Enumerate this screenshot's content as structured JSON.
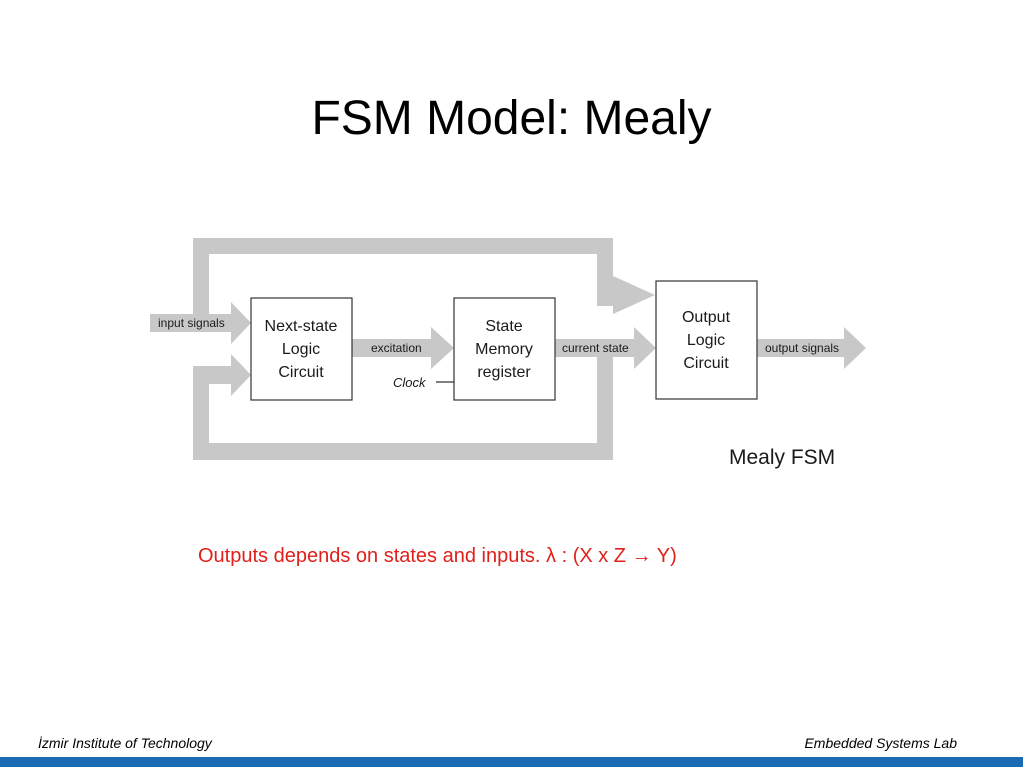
{
  "slide": {
    "title": "FSM Model: Mealy",
    "caption": "Outputs depends on states and inputs. λ : (X x Z → Y)",
    "footer_left": "İzmir Institute of Technology",
    "footer_right": "Embedded Systems Lab"
  },
  "diagram": {
    "next_state_box": {
      "line1": "Next-state",
      "line2": "Logic",
      "line3": "Circuit"
    },
    "state_memory_box": {
      "line1": "State",
      "line2": "Memory",
      "line3": "register"
    },
    "output_logic_box": {
      "line1": "Output",
      "line2": "Logic",
      "line3": "Circuit"
    },
    "input_label": "input signals",
    "excitation_label": "excitation",
    "clock_label": "Clock",
    "current_state_label": "current state",
    "output_label": "output signals",
    "fsm_label": "Mealy FSM"
  },
  "colors": {
    "arrow_gray": "#c8c8c8",
    "caption_red": "#e0201a",
    "footer_blue": "#1b6bb3"
  }
}
